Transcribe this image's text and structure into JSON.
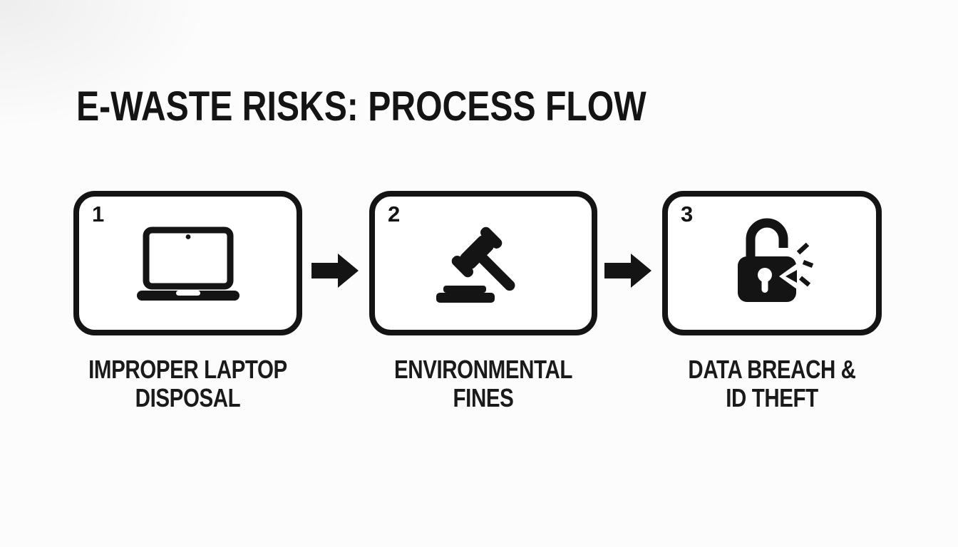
{
  "title": "E-WASTE RISKS: PROCESS FLOW",
  "flow": {
    "steps": [
      {
        "number": "1",
        "icon": "laptop-icon",
        "label_line1": "IMPROPER LAPTOP",
        "label_line2": "DISPOSAL"
      },
      {
        "number": "2",
        "icon": "gavel-icon",
        "label_line1": "ENVIRONMENTAL",
        "label_line2": "FINES"
      },
      {
        "number": "3",
        "icon": "broken-lock-icon",
        "label_line1": "DATA BREACH &",
        "label_line2": "ID THEFT"
      }
    ],
    "connectors": [
      "arrow-right",
      "arrow-right"
    ]
  },
  "colors": {
    "ink": "#141414",
    "background": "#fcfcfc",
    "box_fill": "#ffffff"
  }
}
